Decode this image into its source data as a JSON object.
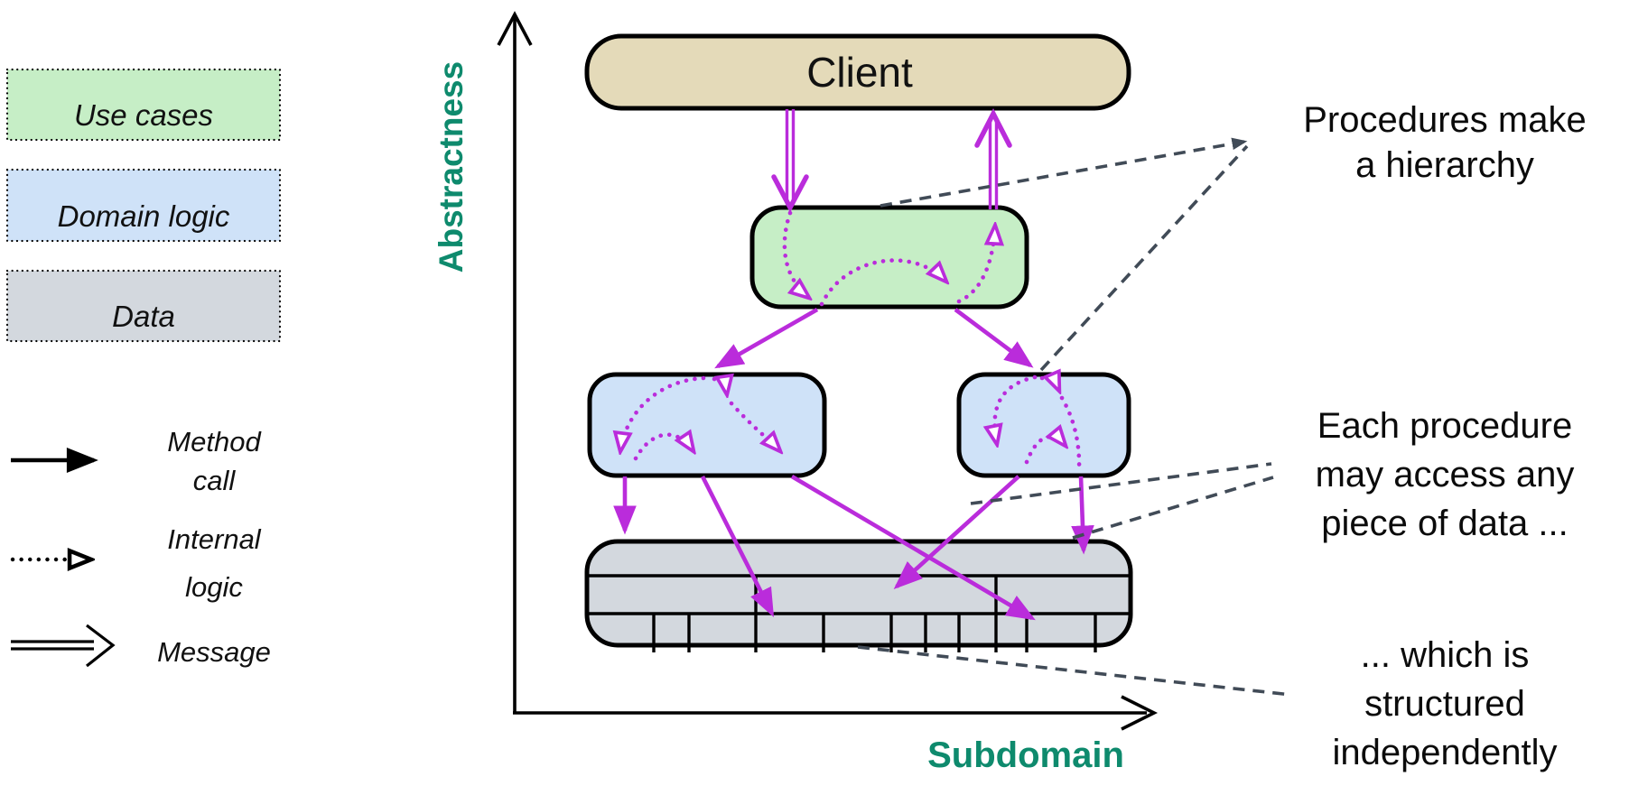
{
  "colors": {
    "purple": "#ba2cdb",
    "teal": "#0e8a6d",
    "dash": "#414b57",
    "use_cases_fill": "#c6eec6",
    "domain_logic_fill": "#cfe2f8",
    "data_fill": "#d3d8de",
    "client_fill": "#e4dab9"
  },
  "legend": {
    "swatches": [
      {
        "label": "Use cases"
      },
      {
        "label": "Domain logic"
      },
      {
        "label": "Data"
      }
    ],
    "arrows": [
      {
        "type": "method-call",
        "line1": "Method",
        "line2": "call"
      },
      {
        "type": "internal-logic",
        "line1": "Internal",
        "line2": "logic"
      },
      {
        "type": "message",
        "line1": "Message",
        "line2": ""
      }
    ]
  },
  "axes": {
    "y_label": "Abstractness",
    "x_label": "Subdomain"
  },
  "diagram": {
    "client_label": "Client"
  },
  "annotations": [
    {
      "lines": [
        "Procedures make",
        "a hierarchy",
        ""
      ]
    },
    {
      "lines": [
        "Each procedure",
        "may access any",
        "piece of data ..."
      ]
    },
    {
      "lines": [
        "... which is",
        "structured",
        "independently"
      ]
    }
  ]
}
